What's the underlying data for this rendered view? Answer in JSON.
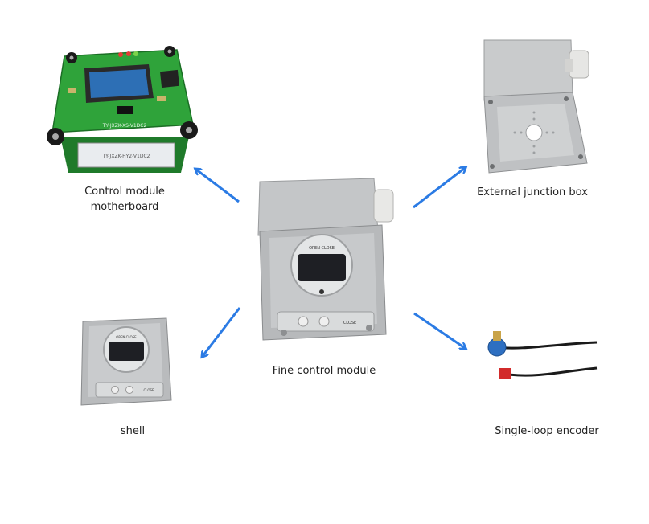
{
  "diagram": {
    "center": {
      "label": "Fine control module"
    },
    "components": [
      {
        "id": "motherboard",
        "label_line1": "Control module",
        "label_line2": "motherboard"
      },
      {
        "id": "junction",
        "label": "External junction box"
      },
      {
        "id": "shell",
        "label": "shell"
      },
      {
        "id": "encoder",
        "label": "Single-loop encoder"
      }
    ],
    "photo_text": {
      "module_display": "OPEN CLOSE",
      "module_buttons": "CLOSE",
      "shell_display": "OPEN CLOSE",
      "shell_buttons": "CLOSE",
      "pcb_text_1": "TY-JXZK-XS-V1DC2",
      "pcb_text_2": "TY-JXZK-HY2-V1DC2"
    },
    "arrow_color": "#2b7be4"
  }
}
